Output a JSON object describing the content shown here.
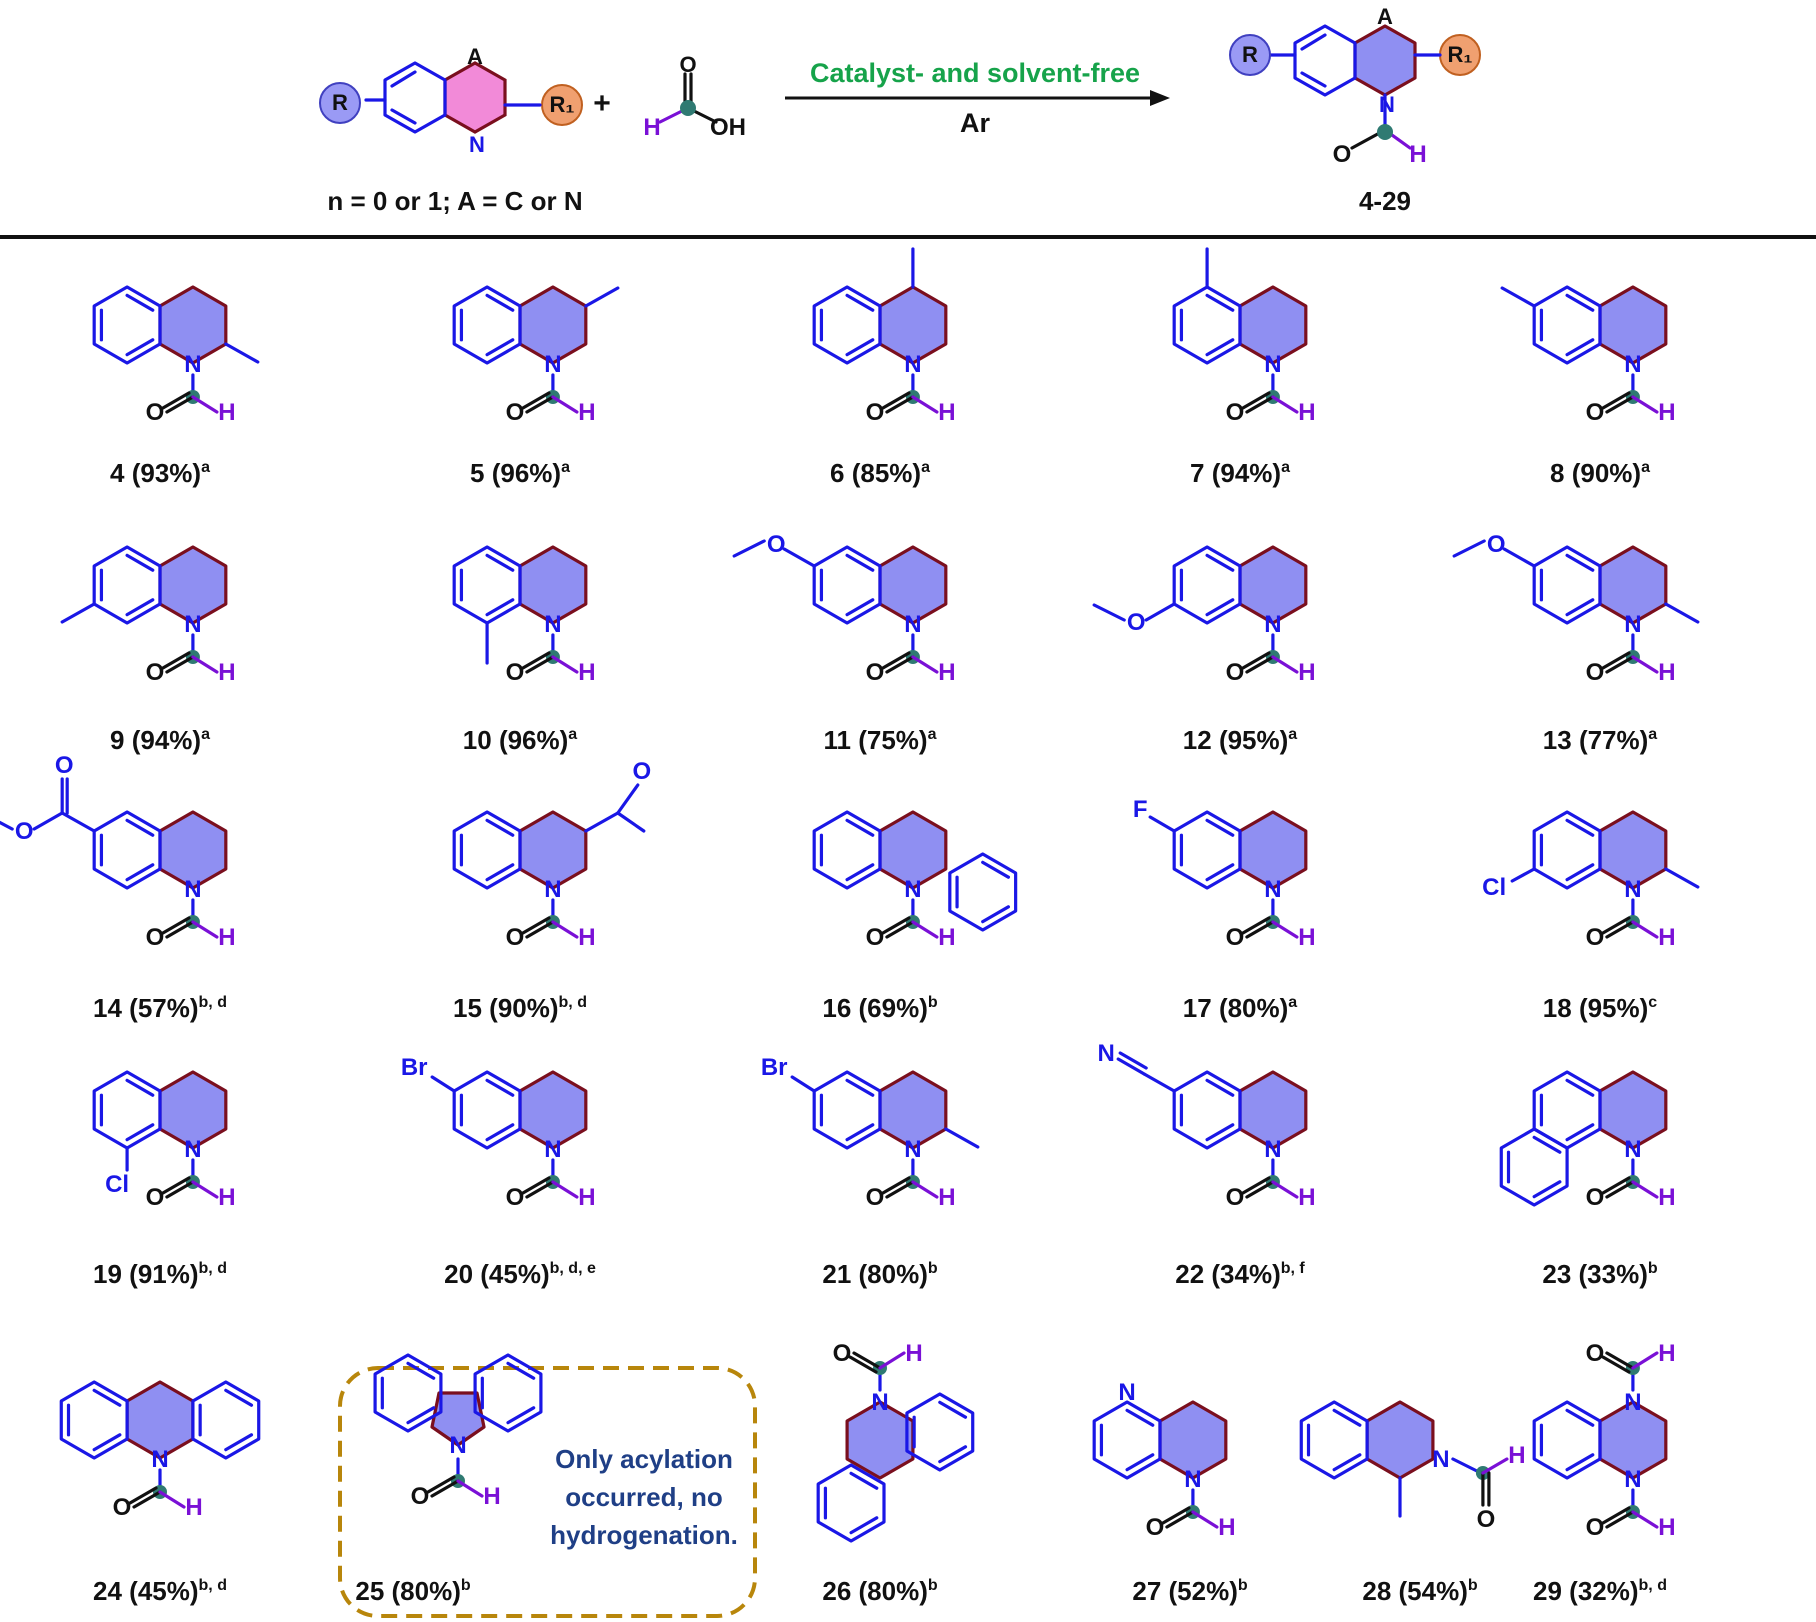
{
  "reaction": {
    "reactant_atoms": {
      "R": "R",
      "A": "A",
      "N": "N",
      "R1": "R₁"
    },
    "formic_acid_atoms": {
      "H": "H",
      "O": "O",
      "OH": "OH"
    },
    "plus": "+",
    "condition_top": "Catalyst- and solvent-free",
    "condition_bottom": "Ar",
    "reactant_caption": "n = 0 or 1; A = C or N",
    "product_atoms": {
      "R": "R",
      "A": "A",
      "N": "N",
      "R1": "R₁",
      "O": "O",
      "H": "H"
    },
    "product_caption": "4-29"
  },
  "colors": {
    "condition_text": "#16a34a",
    "bond": "#1a17e6",
    "saturated_ring_fill": "#8f8ff2",
    "saturated_ring_stroke": "#7a0f1e",
    "formyl_h": "#7a10d6",
    "carbon_atom": "#2f7a72",
    "box_border": "#b8860b",
    "note_text": "#1f3f86"
  },
  "compounds": [
    {
      "id": "4",
      "label": "4 (93%)",
      "notes": "a"
    },
    {
      "id": "5",
      "label": "5 (96%)",
      "notes": "a"
    },
    {
      "id": "6",
      "label": "6 (85%)",
      "notes": "a"
    },
    {
      "id": "7",
      "label": "7 (94%)",
      "notes": "a"
    },
    {
      "id": "8",
      "label": "8 (90%)",
      "notes": "a"
    },
    {
      "id": "9",
      "label": "9 (94%)",
      "notes": "a"
    },
    {
      "id": "10",
      "label": "10 (96%)",
      "notes": "a"
    },
    {
      "id": "11",
      "label": "11 (75%)",
      "notes": "a"
    },
    {
      "id": "12",
      "label": "12 (95%)",
      "notes": "a"
    },
    {
      "id": "13",
      "label": "13 (77%)",
      "notes": "a"
    },
    {
      "id": "14",
      "label": "14 (57%)",
      "notes": "b, d"
    },
    {
      "id": "15",
      "label": "15 (90%)",
      "notes": "b, d"
    },
    {
      "id": "16",
      "label": "16 (69%)",
      "notes": "b"
    },
    {
      "id": "17",
      "label": "17 (80%)",
      "notes": "a"
    },
    {
      "id": "18",
      "label": "18 (95%)",
      "notes": "c"
    },
    {
      "id": "19",
      "label": "19 (91%)",
      "notes": "b, d"
    },
    {
      "id": "20",
      "label": "20 (45%)",
      "notes": "b, d, e"
    },
    {
      "id": "21",
      "label": "21 (80%)",
      "notes": "b"
    },
    {
      "id": "22",
      "label": "22 (34%)",
      "notes": "b, f"
    },
    {
      "id": "23",
      "label": "23 (33%)",
      "notes": "b"
    },
    {
      "id": "24",
      "label": "24 (45%)",
      "notes": "b, d"
    },
    {
      "id": "25",
      "label": "25 (80%)",
      "notes": "b"
    },
    {
      "id": "26",
      "label": "26 (80%)",
      "notes": "b"
    },
    {
      "id": "27",
      "label": "27 (52%)",
      "notes": "b"
    },
    {
      "id": "28",
      "label": "28 (54%)",
      "notes": "b"
    },
    {
      "id": "29",
      "label": "29 (32%)",
      "notes": "b, d"
    }
  ],
  "substituents": {
    "F": "F",
    "Cl": "Cl",
    "Br": "Br",
    "N": "N",
    "O": "O",
    "H": "H"
  },
  "box_note": [
    "Only acylation",
    "occurred, no",
    "hydrogenation."
  ]
}
